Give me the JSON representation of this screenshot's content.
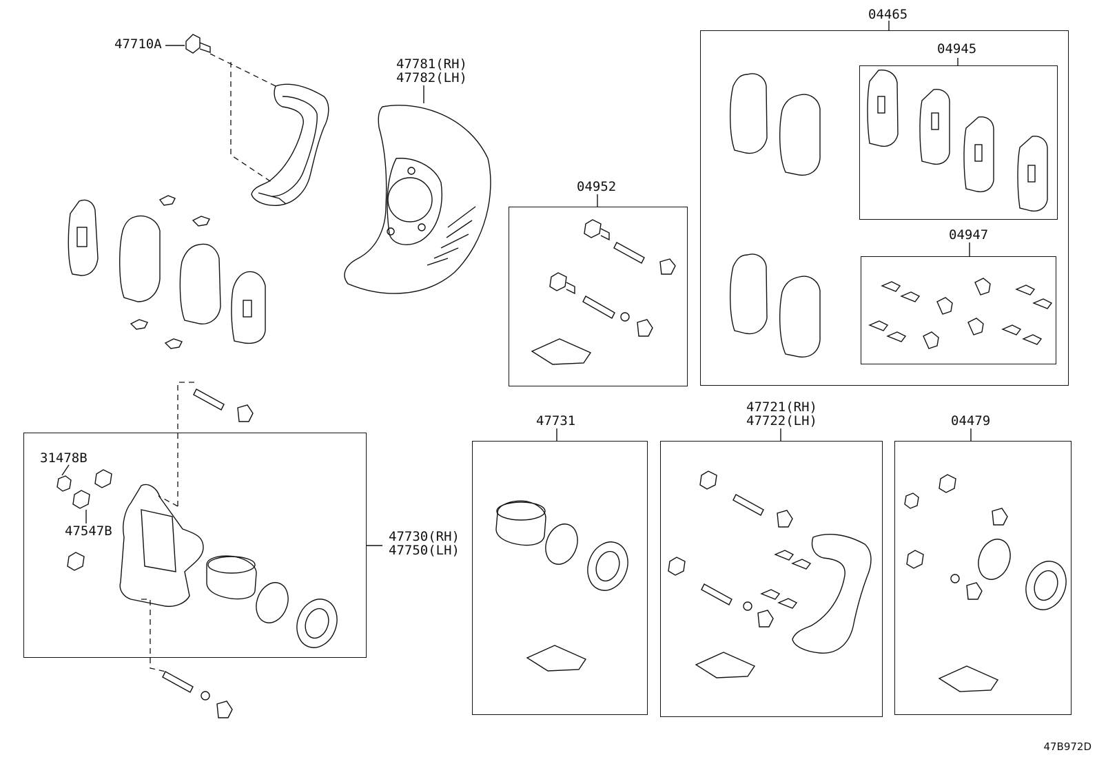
{
  "labels": {
    "bolt_top": "47710A",
    "shield_rh": "47781(RH)",
    "shield_lh": "47782(LH)",
    "kit_04465": "04465",
    "kit_04945": "04945",
    "kit_04952": "04952",
    "kit_04947": "04947",
    "caliper_rh": "47730(RH)",
    "caliper_lh": "47750(LH)",
    "part_31478b": "31478B",
    "part_47547b": "47547B",
    "kit_47731": "47731",
    "mount_rh": "47721(RH)",
    "mount_lh": "47722(LH)",
    "kit_04479": "04479"
  },
  "diagram_code": "47B972D"
}
